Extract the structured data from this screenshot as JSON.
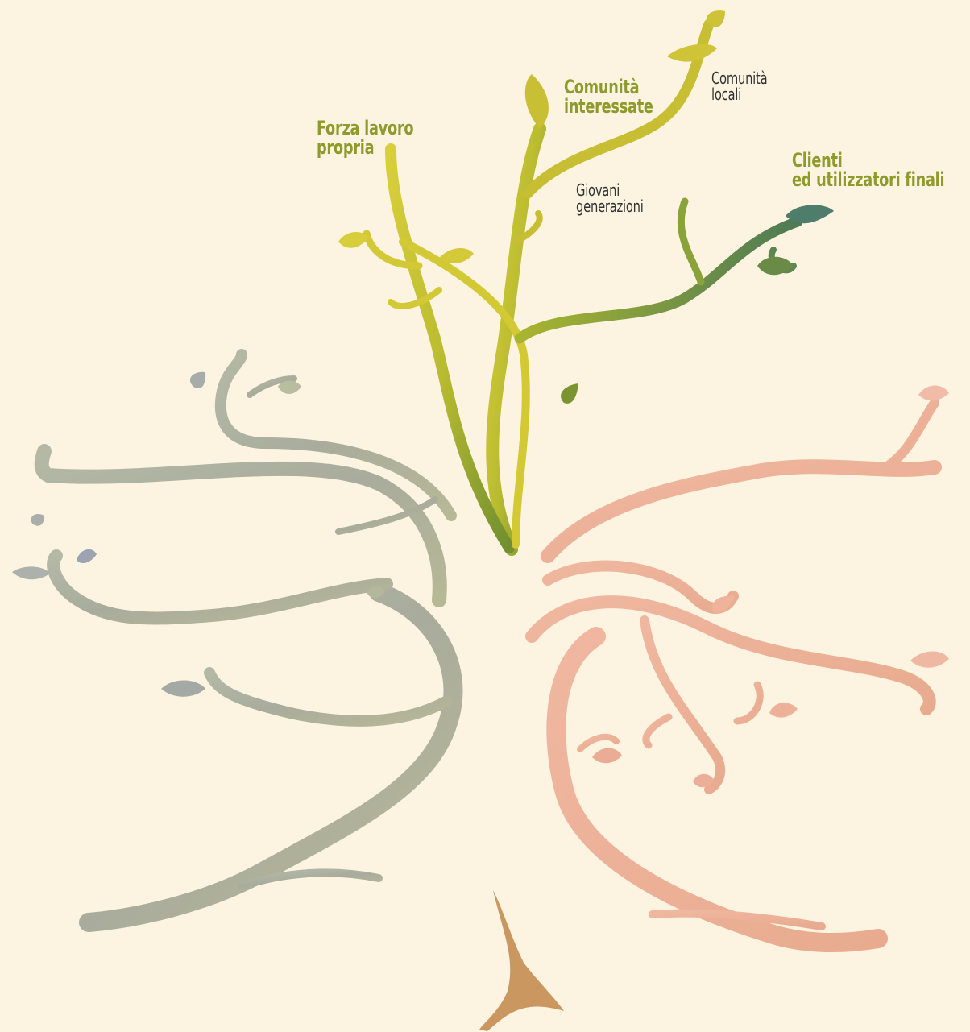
{
  "colors": {
    "background": "#fcf4e1",
    "primary_label": "#8d9a2c",
    "secondary_label": "#333333",
    "branch_top": "#c7c12e",
    "branch_top_dark": "#6b8a2e",
    "branch_left": "#a7ae9b",
    "branch_right": "#ecb49c",
    "root": "#c99760"
  },
  "labels": {
    "forza_lavoro": [
      "Forza lavoro",
      "propria"
    ],
    "comunita_interessate": [
      "Comunità",
      "interessate"
    ],
    "comunita_locali": [
      "Comunità",
      "locali"
    ],
    "giovani_generazioni": [
      "Giovani",
      "generazioni"
    ],
    "clienti": [
      "Clienti",
      "ed utilizzatori finali"
    ]
  }
}
